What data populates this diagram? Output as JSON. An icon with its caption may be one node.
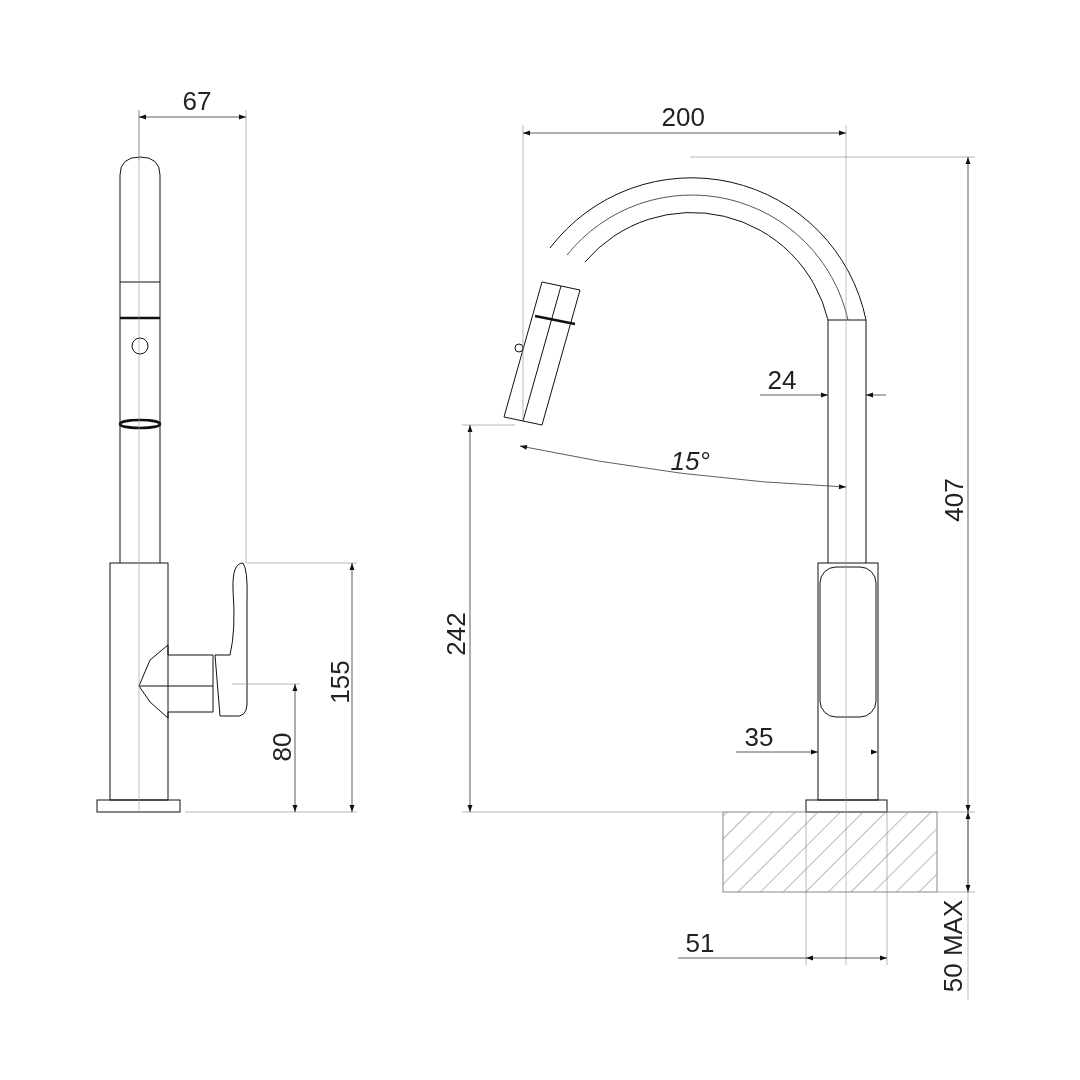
{
  "diagram": {
    "labels": [
      "67",
      "200",
      "24",
      "15°",
      "407",
      "242",
      "155",
      "80",
      "35",
      "51",
      "50 MAX"
    ]
  }
}
